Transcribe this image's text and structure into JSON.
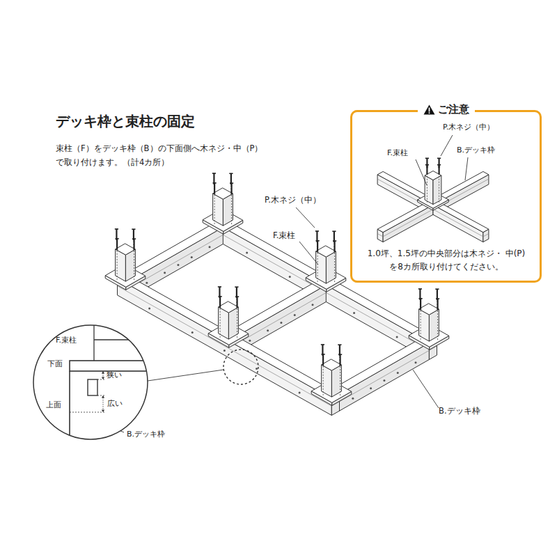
{
  "diagram": {
    "title": "デッキ枠と束柱の固定",
    "nodes": [
      {
        "text": [
          "ご注意",
          "1.0坪、1.5坪の中央部分は木ネジ・ 中(P)を8カ所取り付けてください。"
        ]
      }
    ],
    "labels": [
      "束柱（F）をデッキ枠（B）の下面側へ木ネジ・中（P） で取り付けます。（計4カ所）",
      "P.木ネジ（中）",
      "F.束柱",
      "B.デッキ枠",
      "P.木ネジ（中）",
      "F.束柱",
      "F.束柱",
      "下面",
      "狭い",
      "上面",
      "広い",
      "B.デッキ枠",
      "B.デッキ枠"
    ]
  }
}
